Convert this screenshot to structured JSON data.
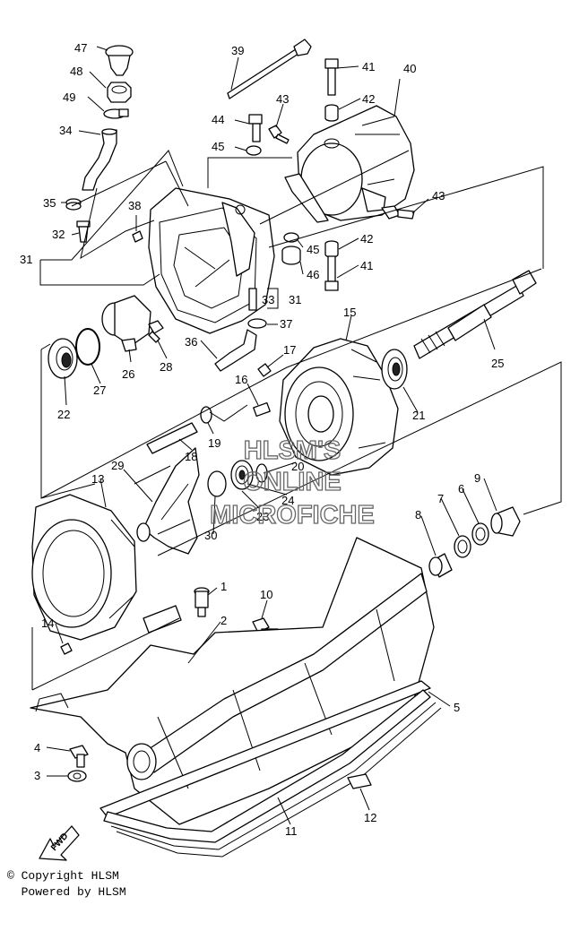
{
  "diagram": {
    "part_labels": [
      {
        "id": "p47",
        "text": "47"
      },
      {
        "id": "p48",
        "text": "48"
      },
      {
        "id": "p49",
        "text": "49"
      },
      {
        "id": "p34",
        "text": "34"
      },
      {
        "id": "p35",
        "text": "35"
      },
      {
        "id": "p32",
        "text": "32"
      },
      {
        "id": "p31a",
        "text": "31"
      },
      {
        "id": "p38",
        "text": "38"
      },
      {
        "id": "p39",
        "text": "39"
      },
      {
        "id": "p41a",
        "text": "41"
      },
      {
        "id": "p40",
        "text": "40"
      },
      {
        "id": "p42a",
        "text": "42"
      },
      {
        "id": "p43a",
        "text": "43"
      },
      {
        "id": "p44",
        "text": "44"
      },
      {
        "id": "p45a",
        "text": "45"
      },
      {
        "id": "p43b",
        "text": "43"
      },
      {
        "id": "p45b",
        "text": "45"
      },
      {
        "id": "p42b",
        "text": "42"
      },
      {
        "id": "p46",
        "text": "46"
      },
      {
        "id": "p41b",
        "text": "41"
      },
      {
        "id": "p33",
        "text": "33"
      },
      {
        "id": "p31b",
        "text": "31"
      },
      {
        "id": "p37",
        "text": "37"
      },
      {
        "id": "p36",
        "text": "36"
      },
      {
        "id": "p26",
        "text": "26"
      },
      {
        "id": "p28",
        "text": "28"
      },
      {
        "id": "p27",
        "text": "27"
      },
      {
        "id": "p22",
        "text": "22"
      },
      {
        "id": "p15",
        "text": "15"
      },
      {
        "id": "p17",
        "text": "17"
      },
      {
        "id": "p16",
        "text": "16"
      },
      {
        "id": "p25",
        "text": "25"
      },
      {
        "id": "p21",
        "text": "21"
      },
      {
        "id": "p19",
        "text": "19"
      },
      {
        "id": "p18",
        "text": "18"
      },
      {
        "id": "p20",
        "text": "20"
      },
      {
        "id": "p29",
        "text": "29"
      },
      {
        "id": "p13",
        "text": "13"
      },
      {
        "id": "p24",
        "text": "24"
      },
      {
        "id": "p23",
        "text": "23"
      },
      {
        "id": "p30",
        "text": "30"
      },
      {
        "id": "p9",
        "text": "9"
      },
      {
        "id": "p6",
        "text": "6"
      },
      {
        "id": "p7",
        "text": "7"
      },
      {
        "id": "p8",
        "text": "8"
      },
      {
        "id": "p1",
        "text": "1"
      },
      {
        "id": "p10",
        "text": "10"
      },
      {
        "id": "p14",
        "text": "14"
      },
      {
        "id": "p2",
        "text": "2"
      },
      {
        "id": "p5",
        "text": "5"
      },
      {
        "id": "p4",
        "text": "4"
      },
      {
        "id": "p3",
        "text": "3"
      },
      {
        "id": "p12",
        "text": "12"
      },
      {
        "id": "p11",
        "text": "11"
      }
    ],
    "fwd_label": "FWD"
  },
  "watermark": {
    "line1": "HLSM'S",
    "line2": "ONLINE",
    "line3": "MICROFICHE"
  },
  "footer": {
    "copyright": "© Copyright HLSM",
    "powered": "  Powered by HLSM"
  }
}
